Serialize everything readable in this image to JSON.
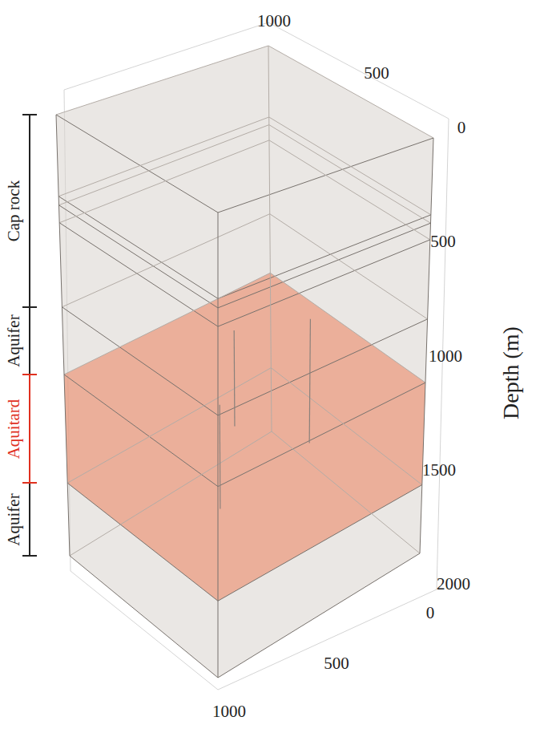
{
  "diagram": {
    "labels": [
      "1000",
      "500",
      "0",
      "500",
      "1000",
      "1500",
      "2000",
      "Depth (m)",
      "0",
      "500",
      "1000",
      "Cap rock",
      "Aquifer",
      "Aquitard",
      "Aquifer"
    ]
  }
}
